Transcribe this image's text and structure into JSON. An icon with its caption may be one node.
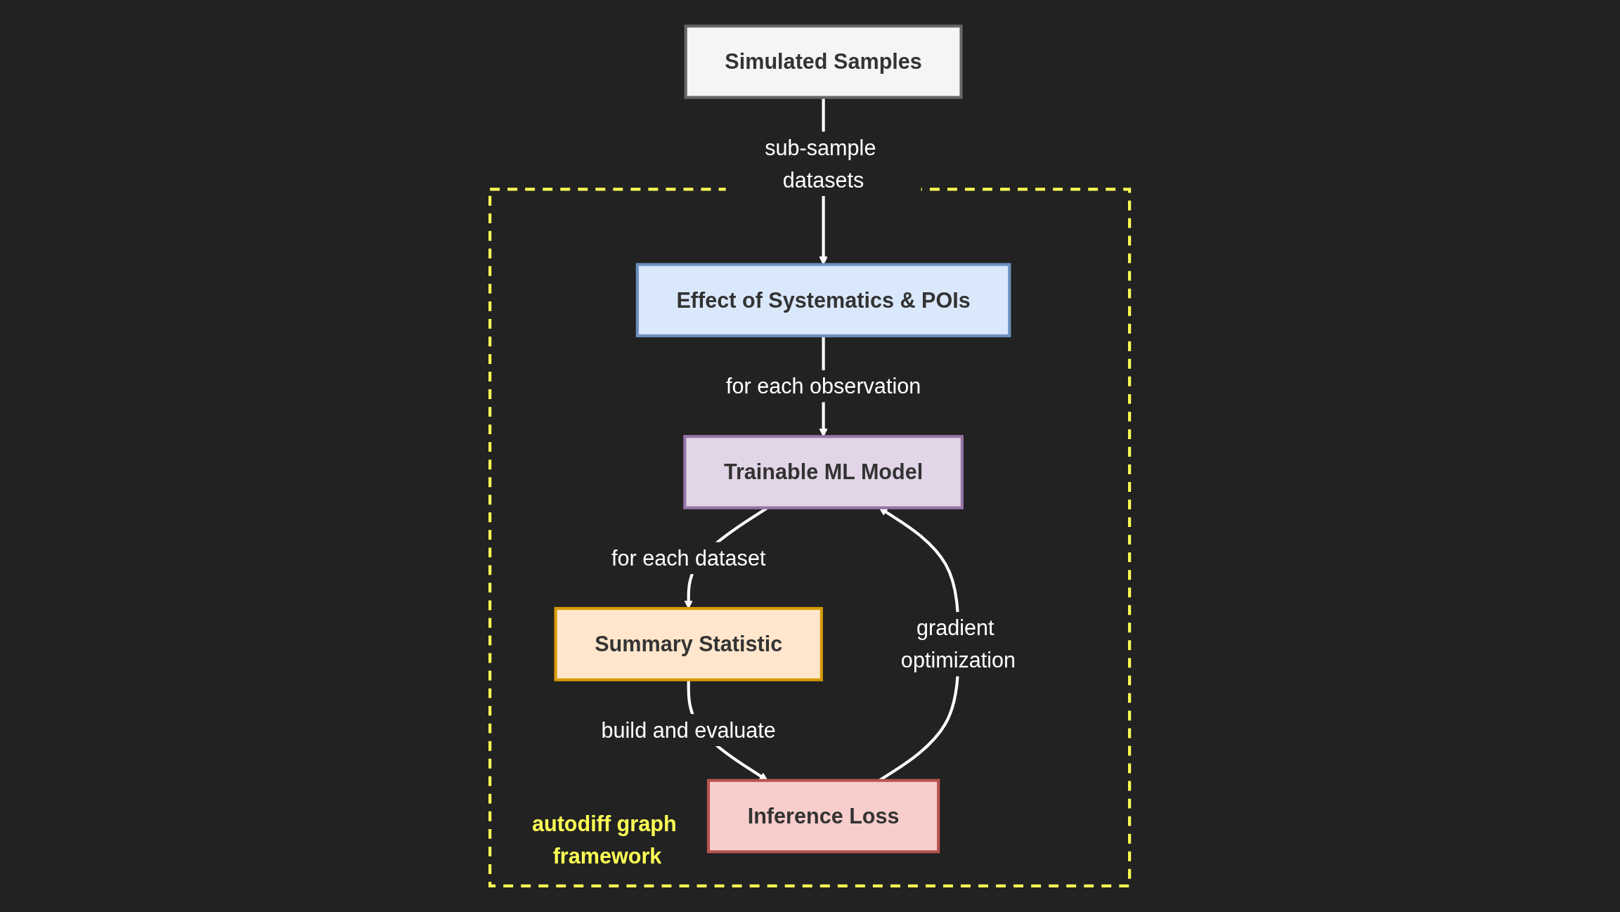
{
  "diagram": {
    "nodes": [
      {
        "text": [
          "Simulated Samples"
        ]
      },
      {
        "text": [
          "autodiff graph framework"
        ]
      },
      {
        "text": [
          "Effect of Systematics & POIs"
        ],
        "in": 1
      },
      {
        "text": [
          "Trainable ML Model"
        ],
        "in": 1
      },
      {
        "text": [
          "Summary Statistic"
        ],
        "in": 1
      },
      {
        "text": [
          "Inference Loss"
        ],
        "in": 1
      }
    ],
    "edges": [
      {
        "from": 0,
        "to": 2,
        "arrow": "to",
        "label": "sub-sample datasets"
      },
      {
        "from": 2,
        "to": 3,
        "arrow": "to",
        "label": "for each observation"
      },
      {
        "from": 3,
        "to": 4,
        "arrow": "to",
        "label": "for each dataset"
      },
      {
        "from": 4,
        "to": 5,
        "arrow": "to",
        "label": "build and evaluate"
      },
      {
        "from": 5,
        "to": 3,
        "arrow": "to",
        "label": "gradient optimization"
      }
    ]
  }
}
